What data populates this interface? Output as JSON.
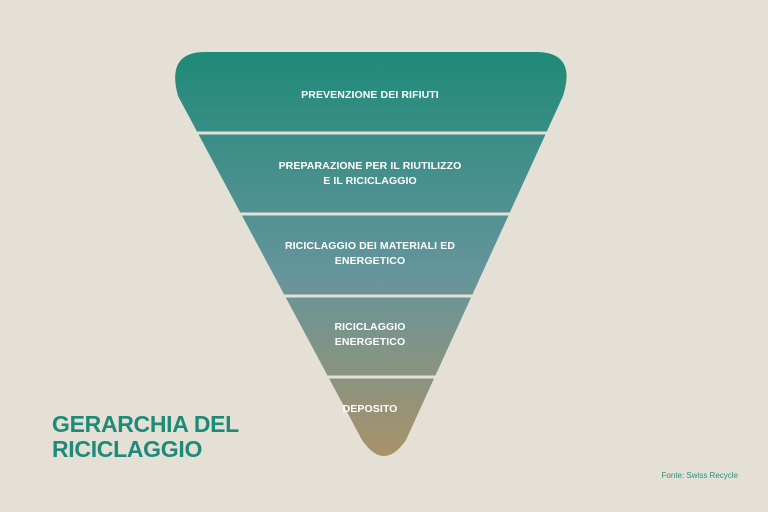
{
  "title": "GERARCHIA DEL\nRICICLAGGIO",
  "source": "Fonte: Swiss Recycle",
  "levels": [
    {
      "label": "PREVENZIONE DEI RIFIUTI"
    },
    {
      "label": "PREPARAZIONE PER IL RIUTILIZZO\nE IL RICICLAGGIO"
    },
    {
      "label": "RICICLAGGIO DEI MATERIALI ED\nENERGETICO"
    },
    {
      "label": "RICICLAGGIO\nENERGETICO"
    },
    {
      "label": "DEPOSITO"
    }
  ],
  "colors": {
    "background": "#e4e0d6",
    "gradient_top": "#1f8a78",
    "gradient_middle": "#65949c",
    "gradient_bottom": "#a8936a",
    "title": "#1f8a78",
    "separator": "#e4e0d6"
  }
}
